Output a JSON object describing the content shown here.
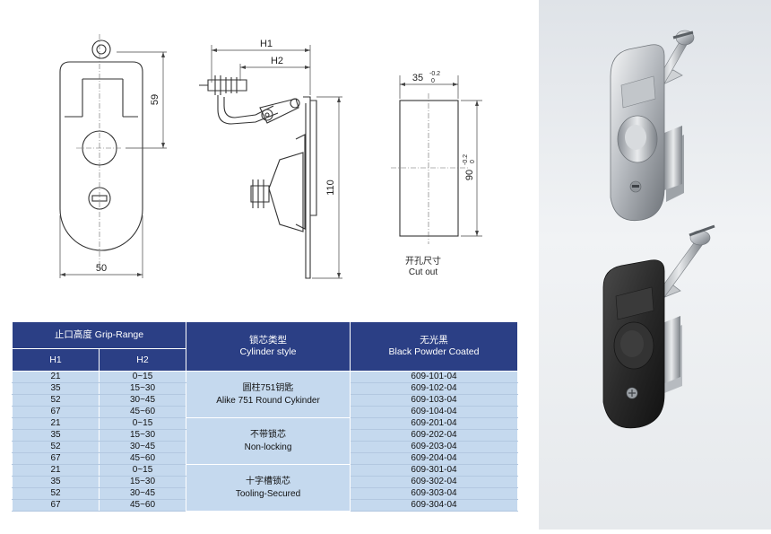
{
  "drawing": {
    "front_view": {
      "width_dim": "50",
      "height_dim": "59"
    },
    "side_view": {
      "h1_label": "H1",
      "h2_label": "H2",
      "height_dim": "110"
    },
    "cutout": {
      "width_dim": "35",
      "width_tol_upper": "-0.2",
      "width_tol_lower": "0",
      "height_dim": "90",
      "height_tol_upper": "-0.2",
      "height_tol_lower": "0",
      "label_cn": "开孔尺寸",
      "label_en": "Cut out"
    }
  },
  "table": {
    "headers": {
      "grip_range": "止口高度 Grip-Range",
      "h1": "H1",
      "h2": "H2",
      "cylinder_cn": "锁芯类型",
      "cylinder_en": "Cylinder style",
      "finish_cn": "无光黑",
      "finish_en": "Black Powder Coated"
    },
    "groups": [
      {
        "style_cn": "圆柱751钥匙",
        "style_en": "Alike 751 Round Cykinder",
        "rows": [
          {
            "h1": "21",
            "h2": "0~15",
            "code": "609-101-04"
          },
          {
            "h1": "35",
            "h2": "15~30",
            "code": "609-102-04"
          },
          {
            "h1": "52",
            "h2": "30~45",
            "code": "609-103-04"
          },
          {
            "h1": "67",
            "h2": "45~60",
            "code": "609-104-04"
          }
        ]
      },
      {
        "style_cn": "不带锁芯",
        "style_en": "Non-locking",
        "rows": [
          {
            "h1": "21",
            "h2": "0~15",
            "code": "609-201-04"
          },
          {
            "h1": "35",
            "h2": "15~30",
            "code": "609-202-04"
          },
          {
            "h1": "52",
            "h2": "30~45",
            "code": "609-203-04"
          },
          {
            "h1": "67",
            "h2": "45~60",
            "code": "609-204-04"
          }
        ]
      },
      {
        "style_cn": "十字槽锁芯",
        "style_en": "Tooling-Secured",
        "rows": [
          {
            "h1": "21",
            "h2": "0~15",
            "code": "609-301-04"
          },
          {
            "h1": "35",
            "h2": "15~30",
            "code": "609-302-04"
          },
          {
            "h1": "52",
            "h2": "30~45",
            "code": "609-303-04"
          },
          {
            "h1": "67",
            "h2": "45~60",
            "code": "609-304-04"
          }
        ]
      }
    ]
  },
  "colors": {
    "header_bg": "#2b3f85",
    "row_bg": "#c5d9ee",
    "photo_panel_bg": "#e6e9ec",
    "latch_chrome": "#c9ccd0",
    "latch_black": "#2a2a2a"
  }
}
